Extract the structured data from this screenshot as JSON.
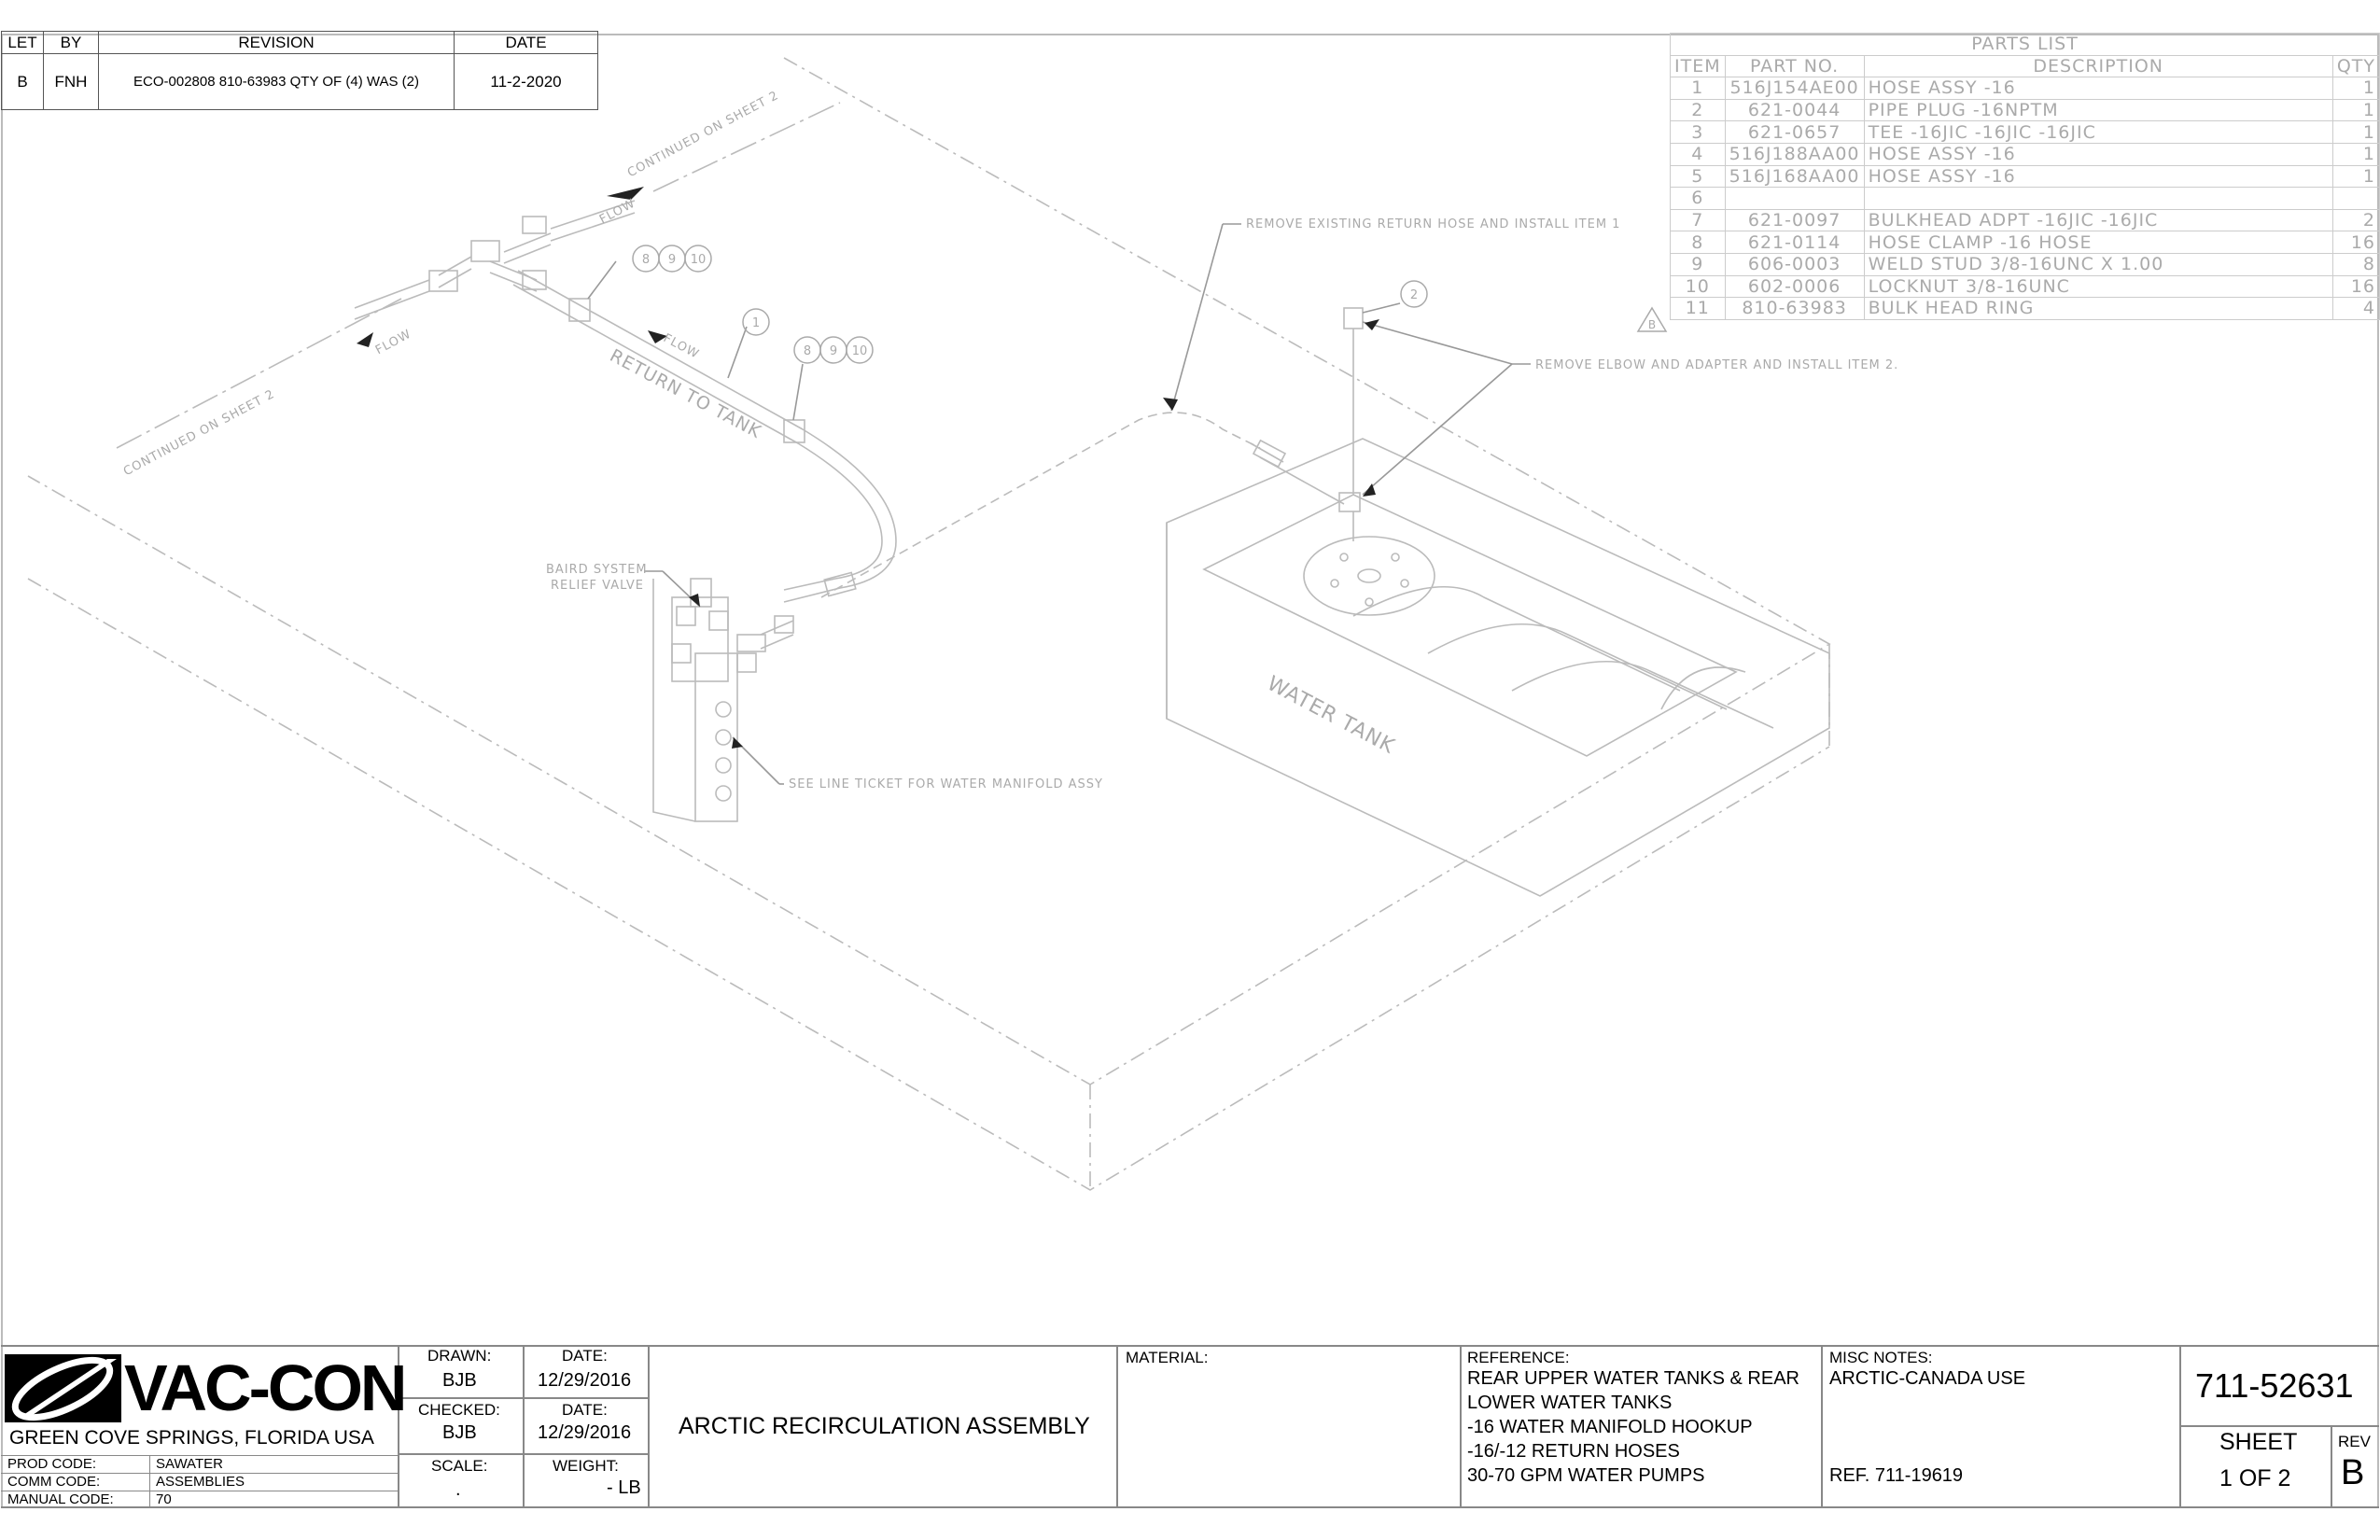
{
  "revision_table": {
    "headers": [
      "LET",
      "BY",
      "REVISION",
      "DATE"
    ],
    "rows": [
      {
        "let": "B",
        "by": "FNH",
        "revision": "ECO-002808  810-63983 QTY OF (4) WAS (2)",
        "date": "11-2-2020"
      }
    ]
  },
  "parts_list": {
    "title": "PARTS LIST",
    "headers": [
      "ITEM",
      "PART NO.",
      "DESCRIPTION",
      "QTY"
    ],
    "rows": [
      {
        "item": "1",
        "part": "516J154AE00",
        "desc": "HOSE ASSY -16",
        "qty": "1"
      },
      {
        "item": "2",
        "part": "621-0044",
        "desc": "PIPE PLUG -16NPTM",
        "qty": "1"
      },
      {
        "item": "3",
        "part": "621-0657",
        "desc": "TEE -16JIC -16JIC -16JIC",
        "qty": "1"
      },
      {
        "item": "4",
        "part": "516J188AA00",
        "desc": "HOSE ASSY -16",
        "qty": "1"
      },
      {
        "item": "5",
        "part": "516J168AA00",
        "desc": "HOSE ASSY -16",
        "qty": "1"
      },
      {
        "item": "6",
        "part": "",
        "desc": "",
        "qty": ""
      },
      {
        "item": "7",
        "part": "621-0097",
        "desc": "BULKHEAD ADPT -16JIC -16JIC",
        "qty": "2"
      },
      {
        "item": "8",
        "part": "621-0114",
        "desc": "HOSE CLAMP -16 HOSE",
        "qty": "16"
      },
      {
        "item": "9",
        "part": "606-0003",
        "desc": "WELD STUD 3/8-16UNC X 1.00",
        "qty": "8"
      },
      {
        "item": "10",
        "part": "602-0006",
        "desc": "LOCKNUT 3/8-16UNC",
        "qty": "16"
      },
      {
        "item": "11",
        "part": "810-63983",
        "desc": "BULK HEAD RING",
        "qty": "4"
      }
    ],
    "rev_flag": "B"
  },
  "drawing": {
    "continued_1": "CONTINUED ON SHEET 2",
    "continued_2": "CONTINUED ON SHEET 2",
    "flow": "FLOW",
    "return_to_tank": "RETURN TO TANK",
    "remove_hose_note": "REMOVE EXISTING RETURN HOSE AND INSTALL ITEM 1",
    "remove_elbow_note": "REMOVE ELBOW AND ADAPTER AND INSTALL ITEM 2.",
    "relief_valve_1": "BAIRD SYSTEM",
    "relief_valve_2": "RELIEF VALVE",
    "manifold_note": "SEE LINE TICKET FOR WATER MANIFOLD ASSY",
    "water_tank": "WATER TANK",
    "balloons": {
      "b1": "1",
      "b2": "2",
      "b8": "8",
      "b9": "9",
      "b10": "10"
    }
  },
  "title_block": {
    "company": "VAC-CON",
    "location": "GREEN COVE SPRINGS, FLORIDA USA",
    "prod_code_label": "PROD CODE:",
    "prod_code": "SAWATER",
    "comm_code_label": "COMM CODE:",
    "comm_code": "ASSEMBLIES",
    "manual_code_label": "MANUAL CODE:",
    "manual_code": "70",
    "drawn_label": "DRAWN:",
    "drawn": "BJB",
    "drawn_date_label": "DATE:",
    "drawn_date": "12/29/2016",
    "checked_label": "CHECKED:",
    "checked": "BJB",
    "checked_date_label": "DATE:",
    "checked_date": "12/29/2016",
    "scale_label": "SCALE:",
    "scale": ".",
    "weight_label": "WEIGHT:",
    "weight": "- LB",
    "title": "ARCTIC RECIRCULATION ASSEMBLY",
    "material_label": "MATERIAL:",
    "reference_label": "REFERENCE:",
    "reference_lines": [
      "REAR UPPER WATER TANKS & REAR",
      "LOWER WATER TANKS",
      "-16 WATER MANIFOLD HOOKUP",
      "-16/-12 RETURN HOSES",
      "30-70 GPM WATER PUMPS"
    ],
    "misc_label": "MISC NOTES:",
    "misc": "ARCTIC-CANADA USE",
    "ref_no": "REF. 711-19619",
    "drawing_no": "711-52631",
    "sheet_label": "SHEET",
    "sheet": "1 OF 2",
    "rev_label": "REV",
    "rev": "B"
  }
}
